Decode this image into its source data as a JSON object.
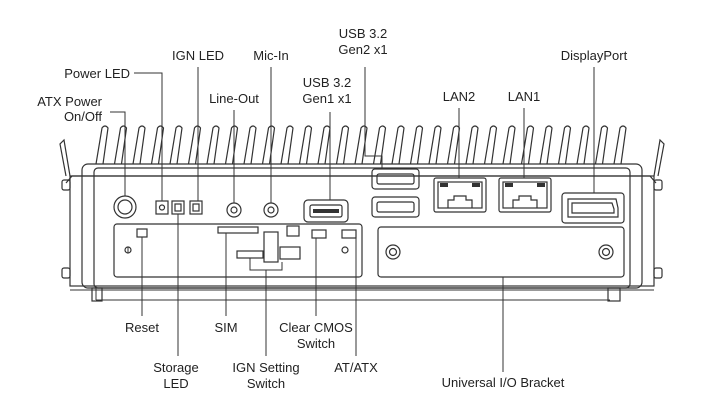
{
  "labels": {
    "atx_power_line1": "ATX Power",
    "atx_power_line2": "On/Off",
    "power_led": "Power LED",
    "ign_led": "IGN LED",
    "mic_in": "Mic-In",
    "line_out": "Line-Out",
    "usb32_gen2_line1": "USB 3.2",
    "usb32_gen2_line2": "Gen2 x1",
    "usb32_gen1_line1": "USB 3.2",
    "usb32_gen1_line2": "Gen1 x1",
    "lan2": "LAN2",
    "lan1": "LAN1",
    "displayport": "DisplayPort",
    "reset": "Reset",
    "storage_led_line1": "Storage",
    "storage_led_line2": "LED",
    "sim": "SIM",
    "ign_setting_line1": "IGN Setting",
    "ign_setting_line2": "Switch",
    "clear_cmos_line1": "Clear CMOS",
    "clear_cmos_line2": "Switch",
    "at_atx": "AT/ATX",
    "universal_io_bracket": "Universal I/O Bracket"
  },
  "colors": {
    "line": "#333333",
    "text": "#222222",
    "background": "#ffffff"
  }
}
